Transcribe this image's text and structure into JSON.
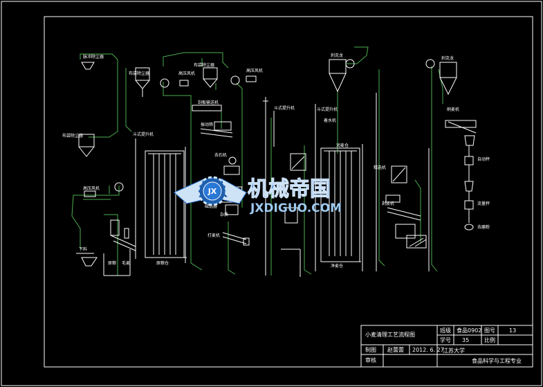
{
  "diagram": {
    "labels": [
      {
        "id": "lbl-cyclone-1",
        "text": "脉冲除尘器"
      },
      {
        "id": "lbl-dust-a",
        "text": "布袋除尘器"
      },
      {
        "id": "lbl-fan-a",
        "text": "高压风机"
      },
      {
        "id": "lbl-dust-b",
        "text": "布袋除尘器"
      },
      {
        "id": "lbl-fan-b",
        "text": "高压风机"
      },
      {
        "id": "lbl-dust-left",
        "text": "布袋除尘器"
      },
      {
        "id": "lbl-fan-left",
        "text": "高压风机"
      },
      {
        "id": "lbl-conveyor-1",
        "text": "刮板输送机"
      },
      {
        "id": "lbl-cleaner-1",
        "text": "振动筛"
      },
      {
        "id": "lbl-destoner",
        "text": "去石机"
      },
      {
        "id": "lbl-magnet",
        "text": "磁选器"
      },
      {
        "id": "lbl-scrubber",
        "text": "打麦机"
      },
      {
        "id": "lbl-bin-1",
        "text": "原粮仓"
      },
      {
        "id": "lbl-elevator-1",
        "text": "斗式提升机"
      },
      {
        "id": "lbl-elevator-2",
        "text": "斗式提升机"
      },
      {
        "id": "lbl-elevator-3",
        "text": "斗式提升机"
      },
      {
        "id": "lbl-cyclone-2",
        "text": "刹克龙"
      },
      {
        "id": "lbl-cyclone-3",
        "text": "刹克龙"
      },
      {
        "id": "lbl-damp",
        "text": "着水机"
      },
      {
        "id": "lbl-tempering",
        "text": "润麦仓"
      },
      {
        "id": "lbl-scale",
        "text": "自动秤"
      },
      {
        "id": "lbl-brush",
        "text": "刷麦机"
      },
      {
        "id": "lbl-mill",
        "text": "去磨粉"
      },
      {
        "id": "lbl-sorter",
        "text": "精选机"
      },
      {
        "id": "lbl-peeler",
        "text": "剥皮机"
      },
      {
        "id": "lbl-intake",
        "text": "下料"
      },
      {
        "id": "lbl-wheat-1",
        "text": "原粮"
      },
      {
        "id": "lbl-wheat-2",
        "text": "毛麦"
      },
      {
        "id": "lbl-impurity",
        "text": "杂质"
      },
      {
        "id": "lbl-bin-2",
        "text": "净麦仓"
      },
      {
        "id": "lbl-flow",
        "text": "流量秤"
      }
    ]
  },
  "title_block": {
    "title": "小麦清理工艺流程图",
    "class_label": "班级",
    "class_value": "食品0902",
    "drawing_no_label": "图号",
    "drawing_no_value": "13",
    "student_no_label": "学号",
    "student_no_value": "35",
    "scale_label": "比例",
    "scale_value": "",
    "drawn_label": "制图",
    "drawn_value": "赵蕾蕾",
    "date_value": "2012. 6. 27",
    "university": "江苏大学",
    "reviewed_label": "审核",
    "major": "食品科学与工程专业"
  },
  "watermark": {
    "cn": "机械帝国",
    "en": "JXDIGUO.COM",
    "badge": "JX"
  },
  "colors": {
    "background": "#000000",
    "line_white": "#ffffff",
    "line_green": "#4caf50",
    "watermark_blue": "#2a78d6",
    "watermark_light": "#cfe3f7"
  }
}
